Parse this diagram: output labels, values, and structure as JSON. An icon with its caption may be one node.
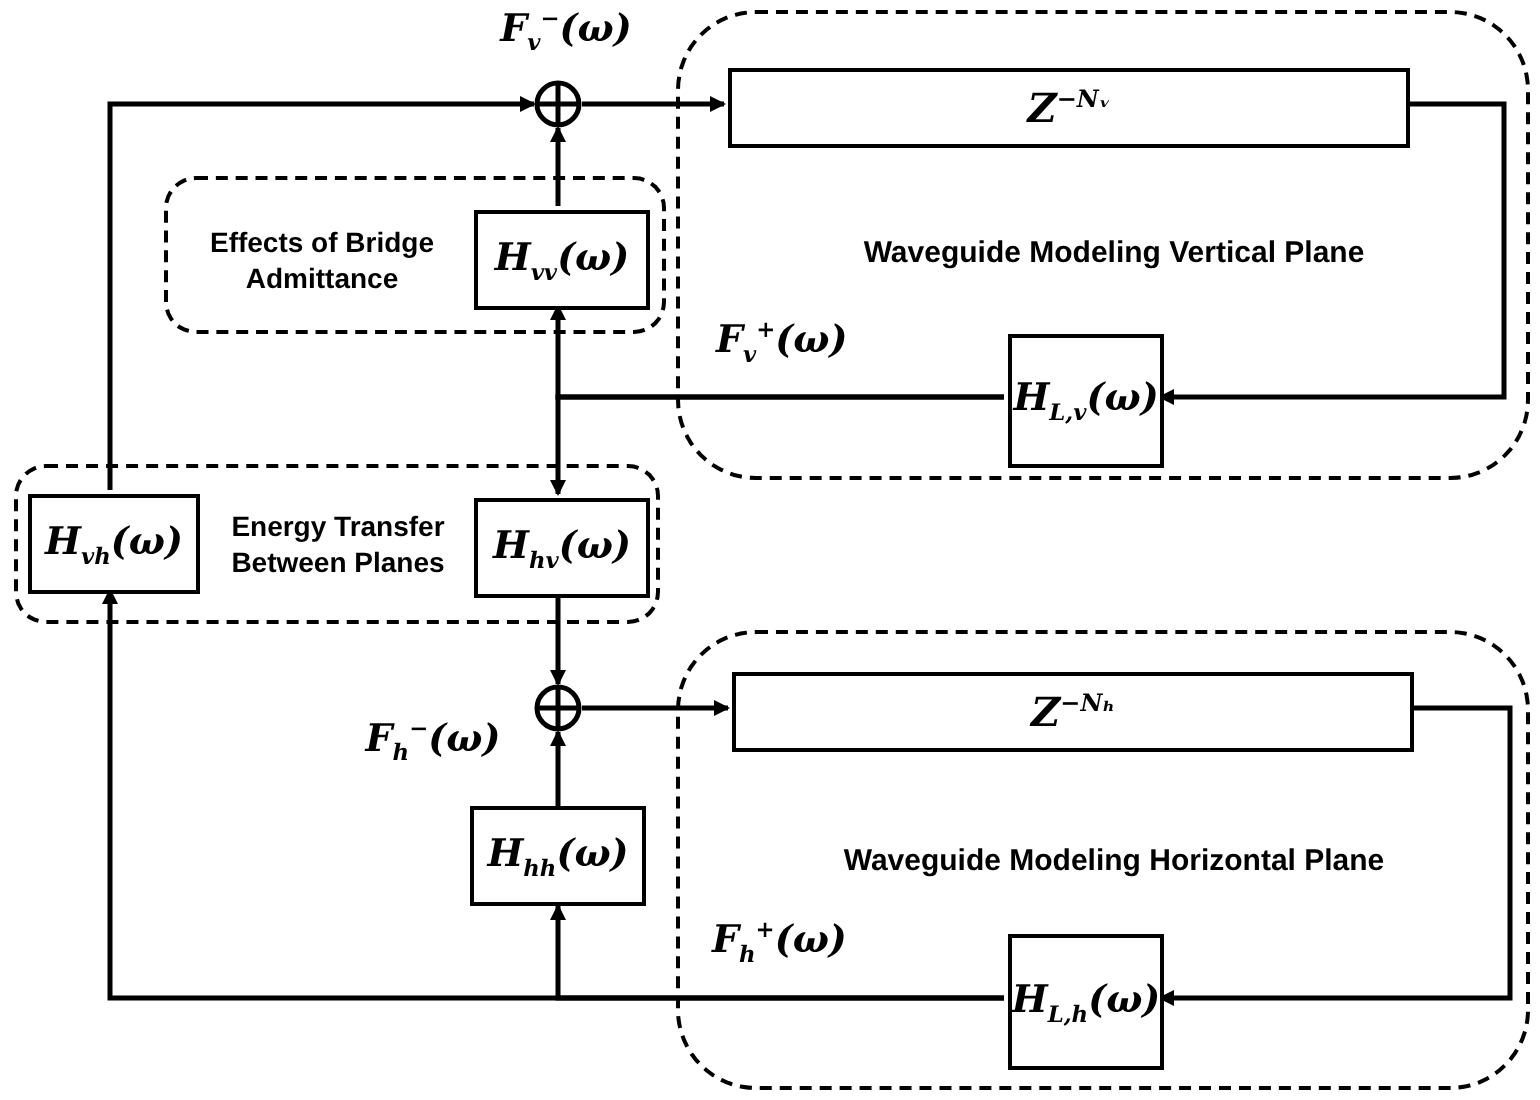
{
  "diagram": {
    "nodes": [
      {
        "text": [
          "Waveguide Modeling Vertical Plane"
        ]
      },
      {
        "text": [
          "Z$^{−Nᵥ}$"
        ],
        "in": 0
      },
      {
        "text": [
          "H$_{L,v}$(ω)"
        ],
        "in": 0
      },
      {
        "text": [
          "Effects of Bridge Admittance"
        ]
      },
      {
        "text": [
          "H$_{vv}$(ω)"
        ],
        "in": 3
      },
      {
        "text": [
          "Energy Transfer Between Planes"
        ]
      },
      {
        "text": [
          "H$_{vh}$(ω)"
        ],
        "in": 5
      },
      {
        "text": [
          "H$_{hv}$(ω)"
        ],
        "in": 5
      },
      {
        "text": [
          "Waveguide Modeling Horizontal Plane"
        ]
      },
      {
        "text": [
          "Z$^{−Nₕ}$"
        ],
        "in": 8
      },
      {
        "text": [
          "H$_{L,h}$(ω)"
        ],
        "in": 8
      },
      {
        "text": [],
        "shape": "circle",
        "beside": [
          "F$_{v}$$^{−}$(ω)"
        ]
      },
      {
        "text": [],
        "shape": "circle",
        "beside": [
          "F$_{h}$$^{−}$(ω)"
        ]
      },
      {
        "text": [
          "H$_{hh}$(ω)"
        ]
      }
    ],
    "edges": [
      {
        "from": 11,
        "to": 1,
        "arrow": "to"
      },
      {
        "from": 1,
        "to": 2,
        "arrow": "to"
      },
      {
        "from": 2,
        "to": 4,
        "arrow": "to",
        "label": "F$_{v}$$^{+}$(ω)"
      },
      {
        "from": 2,
        "to": 7,
        "arrow": "to"
      },
      {
        "from": 4,
        "to": 11,
        "arrow": "to"
      },
      {
        "from": 6,
        "to": 11,
        "arrow": "to"
      },
      {
        "from": 7,
        "to": 12,
        "arrow": "to"
      },
      {
        "from": 13,
        "to": 12,
        "arrow": "to"
      },
      {
        "from": 12,
        "to": 9,
        "arrow": "to"
      },
      {
        "from": 9,
        "to": 10,
        "arrow": "to"
      },
      {
        "from": 10,
        "to": 13,
        "arrow": "to",
        "label": "F$_{h}$$^{+}$(ω)"
      },
      {
        "from": 10,
        "to": 6,
        "arrow": "to"
      }
    ]
  }
}
